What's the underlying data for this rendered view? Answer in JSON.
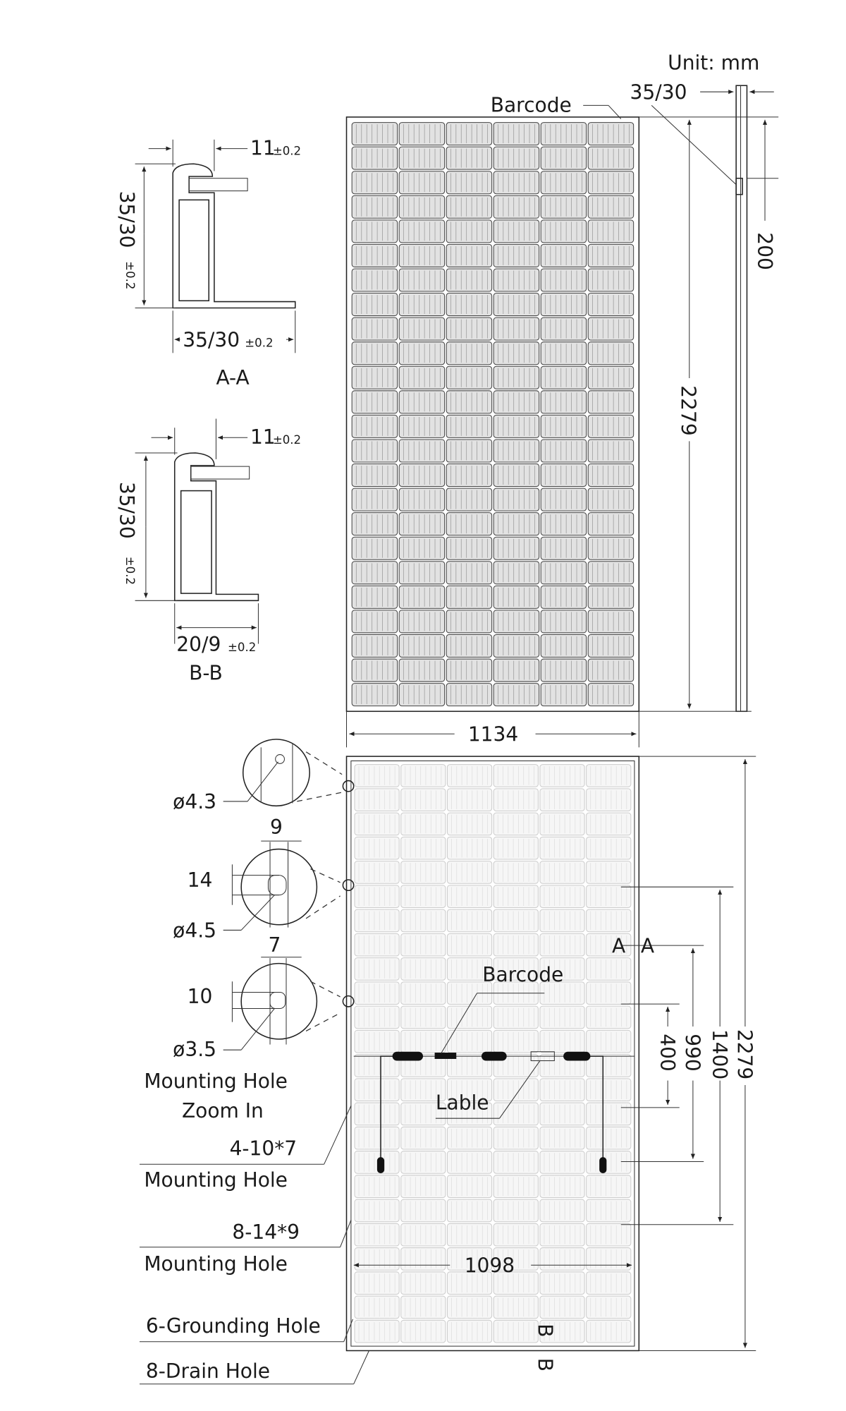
{
  "header": {
    "unit": "Unit: mm"
  },
  "top_view": {
    "barcode_label": "Barcode",
    "frame_thickness": "35/30",
    "barcode_offset": "200",
    "height": "2279",
    "width": "1134",
    "cell_columns": 6,
    "cell_rows": 24
  },
  "section_aa": {
    "lip": "11",
    "lip_tol": "±0.2",
    "height": "35/30",
    "height_tol": "±0.2",
    "flange": "35/30",
    "flange_tol": "±0.2",
    "title": "A-A"
  },
  "section_bb": {
    "lip": "11",
    "lip_tol": "±0.2",
    "height": "35/30",
    "height_tol": "±0.2",
    "flange": "20/9",
    "flange_tol": "±0.2",
    "title": "B-B"
  },
  "holes": {
    "d1": "ø4.3",
    "w2": "9",
    "h2": "14",
    "d2": "ø4.5",
    "w3": "7",
    "h3": "10",
    "d3": "ø3.5",
    "zoom_label_1": "Mounting Hole",
    "zoom_label_2": "Zoom In"
  },
  "back_view": {
    "barcode_label": "Barcode",
    "label_label": "Lable",
    "mh1_spec": "4-10*7",
    "mh1_label": "Mounting Hole",
    "mh2_spec": "8-14*9",
    "mh2_label": "Mounting Hole",
    "grounding": "6-Grounding Hole",
    "drain": "8-Drain Hole",
    "inner_width": "1098",
    "dim_2279": "2279",
    "dim_1400": "1400",
    "dim_990": "990",
    "dim_400": "400",
    "section_a": "A",
    "section_b": "B"
  },
  "colors": {
    "line": "#222222",
    "cell_dark": "#9a9a9a",
    "cell_light": "#e2e2e2"
  }
}
